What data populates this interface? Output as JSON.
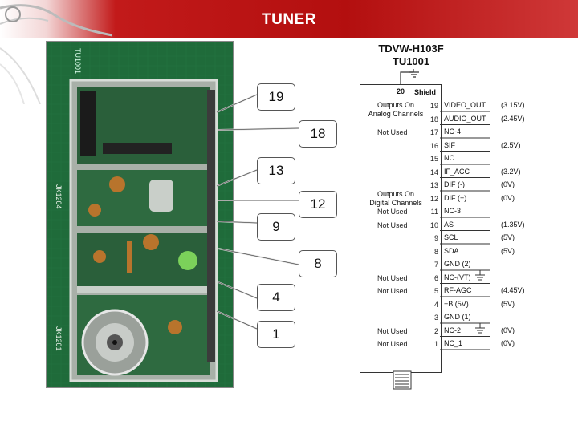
{
  "title": "TUNER",
  "diagram": {
    "model": "TDVW-H103F",
    "ref": "TU1001",
    "shield_label": "Shield",
    "shield_pin": "20",
    "group_analog": [
      "Outputs On",
      "Analog Channels"
    ],
    "group_digital": [
      "Outputs On",
      "Digital Channels"
    ],
    "pins": [
      {
        "num": "19",
        "name": "VIDEO_OUT",
        "value": "(3.15V)",
        "note": ""
      },
      {
        "num": "18",
        "name": "AUDIO_OUT",
        "value": "(2.45V)",
        "note": ""
      },
      {
        "num": "17",
        "name": "NC-4",
        "value": "",
        "note": "Not Used"
      },
      {
        "num": "16",
        "name": "SIF",
        "value": "(2.5V)",
        "note": ""
      },
      {
        "num": "15",
        "name": "NC",
        "value": "",
        "note": ""
      },
      {
        "num": "14",
        "name": "IF_ACC",
        "value": "(3.2V)",
        "note": ""
      },
      {
        "num": "13",
        "name": "DIF (-)",
        "value": "(0V)",
        "note": ""
      },
      {
        "num": "12",
        "name": "DIF (+)",
        "value": "(0V)",
        "note": ""
      },
      {
        "num": "11",
        "name": "NC-3",
        "value": "",
        "note": "Not Used"
      },
      {
        "num": "10",
        "name": "AS",
        "value": "(1.35V)",
        "note": "Not Used"
      },
      {
        "num": "9",
        "name": "SCL",
        "value": "(5V)",
        "note": ""
      },
      {
        "num": "8",
        "name": "SDA",
        "value": "(5V)",
        "note": ""
      },
      {
        "num": "7",
        "name": "GND (2)",
        "value": "",
        "note": ""
      },
      {
        "num": "6",
        "name": "NC-(VT)",
        "value": "",
        "note": "Not Used"
      },
      {
        "num": "5",
        "name": "RF-AGC",
        "value": "(4.45V)",
        "note": "Not Used"
      },
      {
        "num": "4",
        "name": "+B (5V)",
        "value": "(5V)",
        "note": ""
      },
      {
        "num": "3",
        "name": "GND (1)",
        "value": "",
        "note": ""
      },
      {
        "num": "2",
        "name": "NC-2",
        "value": "(0V)",
        "note": "Not Used"
      },
      {
        "num": "1",
        "name": "NC_1",
        "value": "(0V)",
        "note": "Not Used"
      }
    ]
  },
  "callouts": [
    "19",
    "18",
    "13",
    "12",
    "9",
    "8",
    "4",
    "1"
  ],
  "photo_labels": {
    "jk1204": "JK1204",
    "jk1201": "JK1201",
    "tu1001": "TU1001"
  }
}
